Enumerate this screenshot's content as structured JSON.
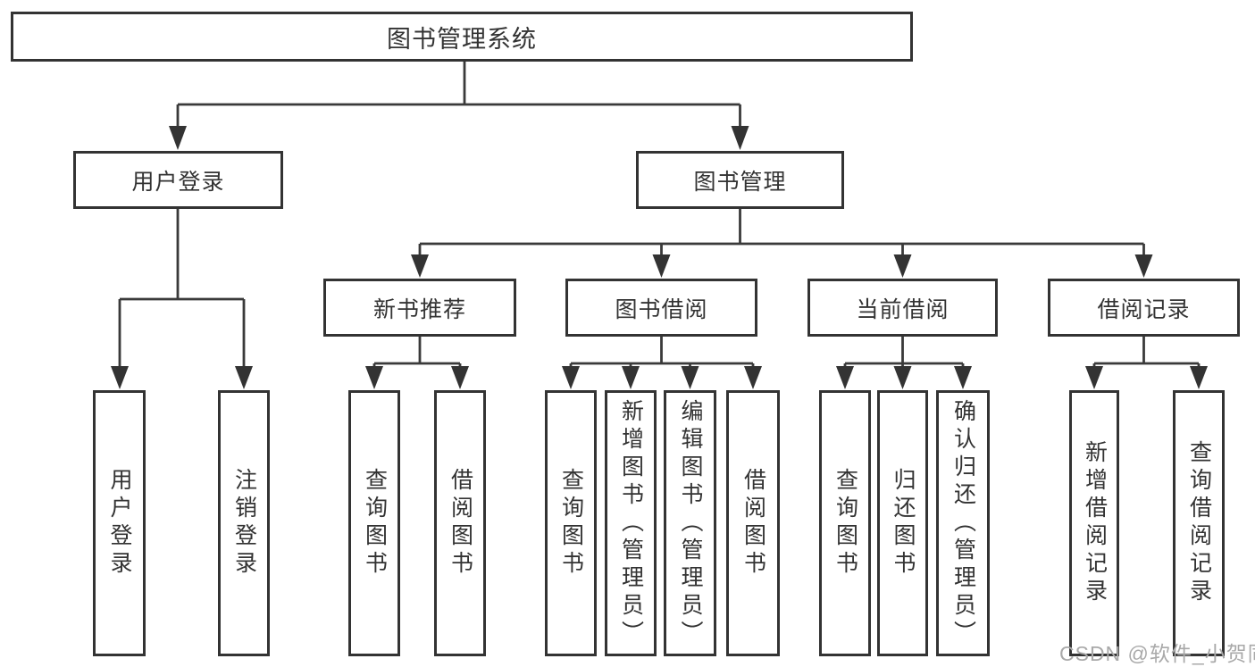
{
  "colors": {
    "background": "#ffffff",
    "box_fill": "#ffffff",
    "box_border": "#333333",
    "connector_line": "#3a3a3a",
    "text": "#333333",
    "watermark": "#a9a9a9"
  },
  "watermark": {
    "text": "CSDN @软件_小贺同学"
  },
  "nodes": {
    "root": {
      "label": "图书管理系统"
    },
    "user_login": {
      "label": "用户登录"
    },
    "book_management": {
      "label": "图书管理"
    },
    "new_book_recommend": {
      "label": "新书推荐"
    },
    "book_borrow": {
      "label": "图书借阅"
    },
    "current_borrow": {
      "label": "当前借阅"
    },
    "borrow_records": {
      "label": "借阅记录"
    },
    "ul_user_login": {
      "label": "用户登录"
    },
    "ul_logout": {
      "label": "注销登录"
    },
    "nb_query_books": {
      "label": "查询图书"
    },
    "nb_borrow_books": {
      "label": "借阅图书"
    },
    "bb_query_books": {
      "label": "查询图书"
    },
    "bb_add_books": {
      "label": "新增图书（管理员）"
    },
    "bb_edit_books": {
      "label": "编辑图书（管理员）"
    },
    "bb_borrow_books": {
      "label": "借阅图书"
    },
    "cb_query_books": {
      "label": "查询图书"
    },
    "cb_return_books": {
      "label": "归还图书"
    },
    "cb_confirm_return": {
      "label": "确认归还（管理员）"
    },
    "br_add_record": {
      "label": "新增借阅记录"
    },
    "br_query_record": {
      "label": "查询借阅记录"
    }
  }
}
